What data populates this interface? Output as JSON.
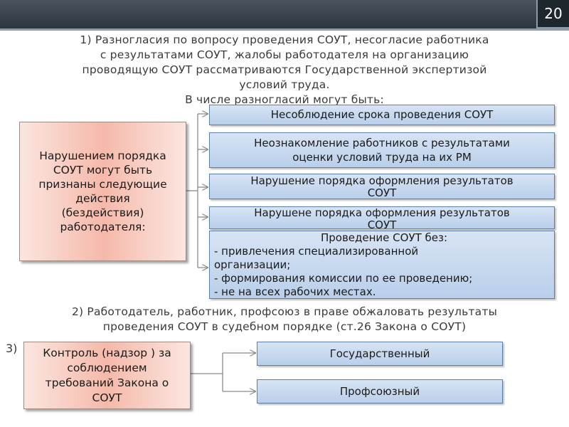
{
  "slide": {
    "number": "20"
  },
  "point1": {
    "lines": [
      "1) Разногласия по вопросу проведения СОУТ, несогласие работника",
      "с результатами СОУТ, жалобы работодателя на организацию",
      "проводящую СОУТ рассматриваются Государственной экспертизой",
      "условий труда.",
      "В числе разногласий могут быть:"
    ]
  },
  "violations_box": {
    "lines": [
      "Нарушением порядка",
      "СОУТ могут быть",
      "признаны следующие",
      "действия",
      "(бездействия)",
      "работодателя:"
    ]
  },
  "violations": [
    {
      "lines": [
        "Несоблюдение срока проведения СОУТ"
      ]
    },
    {
      "lines": [
        "Неознакомление работников с результатами",
        "оценки условий труда на их РМ"
      ]
    },
    {
      "lines": [
        "Нарушение порядка оформления результатов",
        "СОУТ"
      ]
    },
    {
      "lines": [
        "Нарушене порядка оформления результатов",
        "СОУТ"
      ]
    },
    {
      "title": "Проведение СОУТ без:",
      "items": [
        "- привлечения специализированной",
        "организации;",
        "-  формирования комиссии по ее проведению;",
        "-  не на всех рабочих местах."
      ]
    }
  ],
  "point2": {
    "lines": [
      "2) Работодатель, работник, профсоюз в праве обжаловать результаты",
      "проведения СОУТ в судебном порядке (ст.26 Закона о СОУТ)"
    ]
  },
  "point3": {
    "number": "3)",
    "control_box": {
      "lines": [
        "Контроль (надзор ) за",
        "соблюдением",
        "требований Закона о",
        "СОУТ"
      ]
    },
    "types": [
      "Государственный",
      "Профсоюзный"
    ]
  }
}
